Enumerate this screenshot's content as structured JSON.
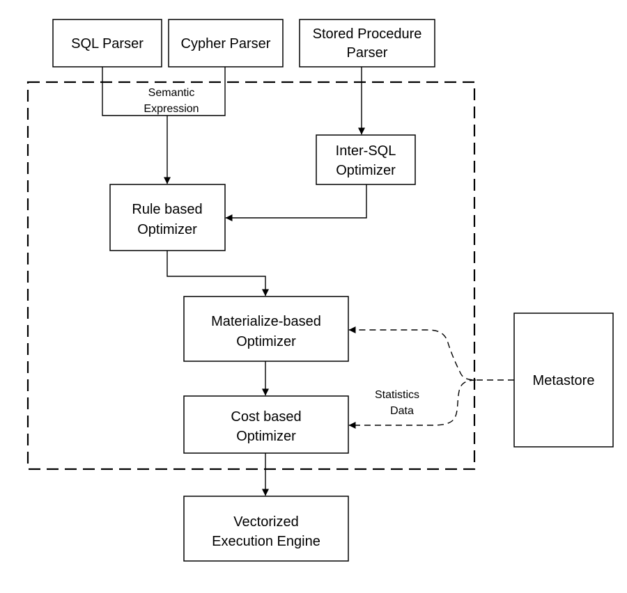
{
  "nodes": {
    "sql_parser": [
      "SQL Parser"
    ],
    "cypher_parser": [
      "Cypher Parser"
    ],
    "stored_procedure_parser": [
      "Stored Procedure",
      "Parser"
    ],
    "inter_sql_optimizer": [
      "Inter-SQL",
      "Optimizer"
    ],
    "rule_based_optimizer": [
      "Rule based",
      "Optimizer"
    ],
    "materialize_based_optimizer": [
      "Materialize-based",
      "Optimizer"
    ],
    "cost_based_optimizer": [
      "Cost based",
      "Optimizer"
    ],
    "vectorized_execution_engine": [
      "Vectorized",
      "Execution Engine"
    ],
    "metastore": [
      "Metastore"
    ]
  },
  "edge_labels": {
    "semantic_expression": [
      "Semantic",
      "Expression"
    ],
    "statistics_data": [
      "Statistics",
      "Data"
    ]
  },
  "edges": [
    {
      "from": "sql_parser",
      "to": "rule_based_optimizer",
      "style": "solid"
    },
    {
      "from": "cypher_parser",
      "to": "rule_based_optimizer",
      "style": "solid"
    },
    {
      "from": "stored_procedure_parser",
      "to": "inter_sql_optimizer",
      "style": "solid"
    },
    {
      "from": "inter_sql_optimizer",
      "to": "rule_based_optimizer",
      "style": "solid"
    },
    {
      "from": "rule_based_optimizer",
      "to": "materialize_based_optimizer",
      "style": "solid"
    },
    {
      "from": "materialize_based_optimizer",
      "to": "cost_based_optimizer",
      "style": "solid"
    },
    {
      "from": "cost_based_optimizer",
      "to": "vectorized_execution_engine",
      "style": "solid"
    },
    {
      "from": "metastore",
      "to": "materialize_based_optimizer",
      "style": "dashed"
    },
    {
      "from": "metastore",
      "to": "cost_based_optimizer",
      "style": "dashed"
    }
  ]
}
